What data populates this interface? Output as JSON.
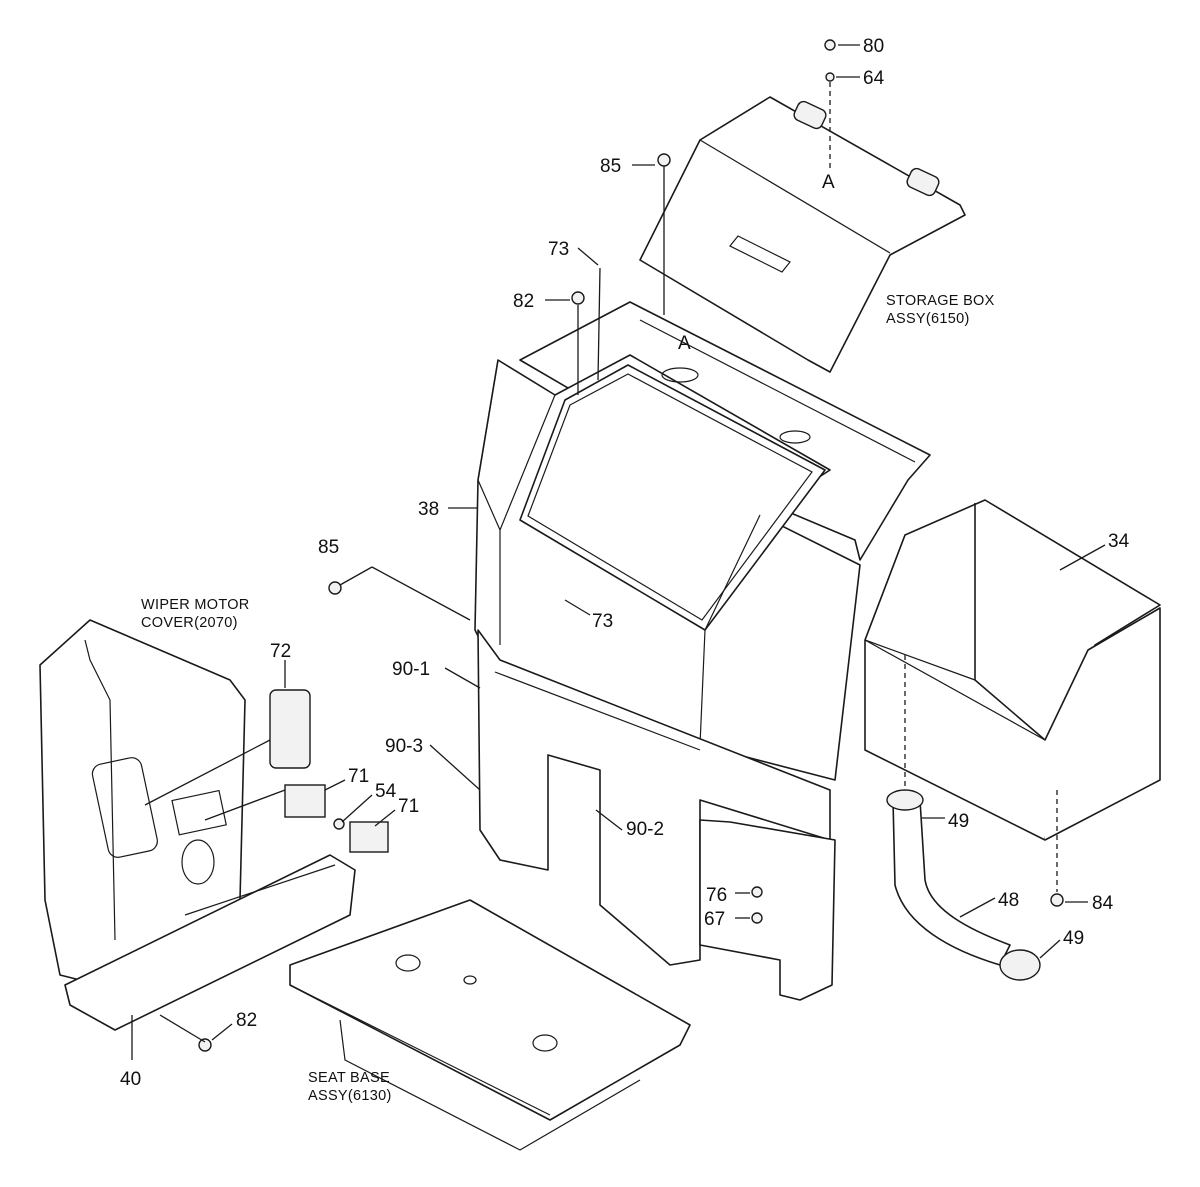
{
  "callouts": [
    {
      "id": "c80",
      "label": "80"
    },
    {
      "id": "c64",
      "label": "64"
    },
    {
      "id": "cA1",
      "label": "A"
    },
    {
      "id": "c85a",
      "label": "85"
    },
    {
      "id": "c73a",
      "label": "73"
    },
    {
      "id": "c82a",
      "label": "82"
    },
    {
      "id": "cA2",
      "label": "A"
    },
    {
      "id": "c38",
      "label": "38"
    },
    {
      "id": "c34",
      "label": "34"
    },
    {
      "id": "c85b",
      "label": "85"
    },
    {
      "id": "c73b",
      "label": "73"
    },
    {
      "id": "c72",
      "label": "72"
    },
    {
      "id": "c901",
      "label": "90-1"
    },
    {
      "id": "c903",
      "label": "90-3"
    },
    {
      "id": "c71a",
      "label": "71"
    },
    {
      "id": "c54",
      "label": "54"
    },
    {
      "id": "c71b",
      "label": "71"
    },
    {
      "id": "c902",
      "label": "90-2"
    },
    {
      "id": "c49a",
      "label": "49"
    },
    {
      "id": "c76",
      "label": "76"
    },
    {
      "id": "c67",
      "label": "67"
    },
    {
      "id": "c48",
      "label": "48"
    },
    {
      "id": "c84",
      "label": "84"
    },
    {
      "id": "c49b",
      "label": "49"
    },
    {
      "id": "c82b",
      "label": "82"
    },
    {
      "id": "c40",
      "label": "40"
    }
  ],
  "captions": {
    "storage_box_line1": "STORAGE BOX",
    "storage_box_line2": "ASSY(6150)",
    "wiper_line1": "WIPER MOTOR",
    "wiper_line2": "COVER(2070)",
    "seat_line1": "SEAT BASE",
    "seat_line2": "ASSY(6130)"
  }
}
